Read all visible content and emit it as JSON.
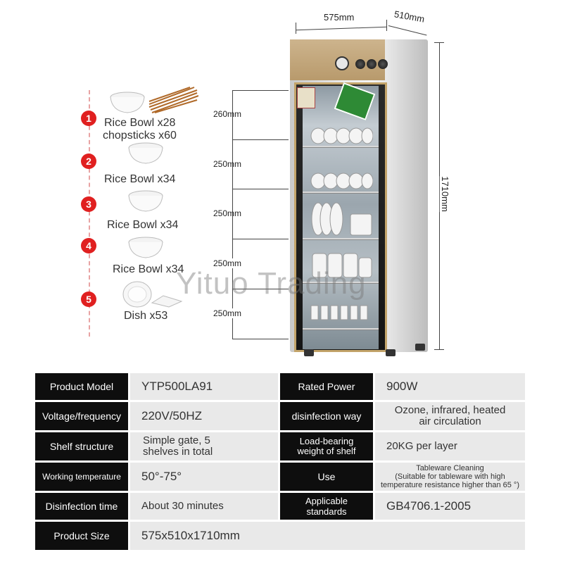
{
  "dimensions": {
    "width": "575mm",
    "depth": "510mm",
    "height": "1710mm"
  },
  "shelf_heights": [
    "260mm",
    "250mm",
    "250mm",
    "250mm",
    "250mm"
  ],
  "items": [
    {
      "number": "1",
      "line1": "Rice Bowl x28",
      "line2": "chopsticks x60"
    },
    {
      "number": "2",
      "line1": "Rice Bowl x34"
    },
    {
      "number": "3",
      "line1": "Rice Bowl x34"
    },
    {
      "number": "4",
      "line1": "Rice Bowl x34"
    },
    {
      "number": "5",
      "line1": "Dish x53"
    }
  ],
  "watermark": "Yituo Trading",
  "specs": {
    "product_model": {
      "label": "Product Model",
      "value": "YTP500LA91"
    },
    "rated_power": {
      "label": "Rated Power",
      "value": "900W"
    },
    "voltage": {
      "label": "Voltage/frequency",
      "value": "220V/50HZ"
    },
    "disinfection_way": {
      "label": "disinfection way",
      "value_line1": "Ozone, infrared, heated",
      "value_line2": "air circulation"
    },
    "shelf_structure": {
      "label": "Shelf structure",
      "value_line1": "Simple gate, 5",
      "value_line2": "shelves in total"
    },
    "load_bearing": {
      "label_line1": "Load-bearing",
      "label_line2": "weight of shelf",
      "value": "20KG per layer"
    },
    "working_temp": {
      "label": "Working temperature",
      "value": "50°-75°"
    },
    "use": {
      "label": "Use",
      "value_line1": "Tableware Cleaning",
      "value_line2": "(Suitable for tableware with high",
      "value_line3": "temperature resistance higher than 65 °)"
    },
    "disinfection_time": {
      "label": "Disinfection time",
      "value": "About 30 minutes"
    },
    "standards": {
      "label_line1": "Applicable",
      "label_line2": "standards",
      "value": "GB4706.1-2005"
    },
    "product_size": {
      "label": "Product Size",
      "value": "575x510x1710mm"
    }
  }
}
